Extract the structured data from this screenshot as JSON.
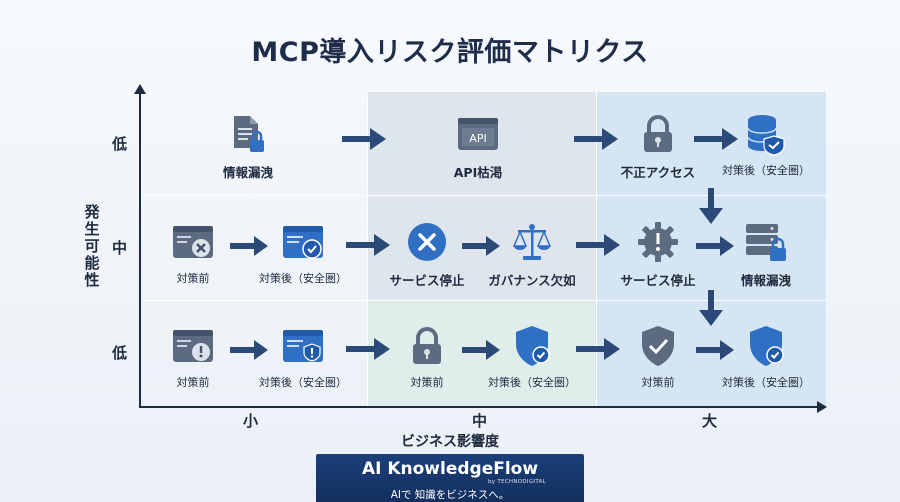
{
  "title": "MCP導入リスク評価マトリクス",
  "y_axis": {
    "label": "発生可能性",
    "ticks": [
      "低",
      "中",
      "低"
    ]
  },
  "x_axis": {
    "label": "ビジネス影響度",
    "ticks": [
      "小",
      "中",
      "大"
    ]
  },
  "rows": {
    "top": {
      "info_leak": "情報漏洩",
      "api_exhaust": "API枯渇",
      "unauthorized_access": "不正アクセス",
      "after_safe": "対策後（安全圏）"
    },
    "middle": {
      "before": "対策前",
      "after_safe": "対策後（安全圏）",
      "service_stop": "サービス停止",
      "governance_lack": "ガバナンス欠如",
      "service_stop_2": "サービス停止",
      "info_leak": "情報漏洩"
    },
    "bottom": {
      "before_1": "対策前",
      "after_1": "対策後（安全圏）",
      "before_2": "対策前",
      "after_2": "対策後（安全圏）",
      "before_3": "対策前",
      "after_3": "対策後（安全圏）"
    }
  },
  "icons": {
    "api_text": "API"
  },
  "brand": {
    "name": "AI KnowledgeFlow",
    "by": "by TECHNODIGITAL",
    "tagline": "AIで 知識をビジネスへ。"
  },
  "colors": {
    "accent": "#2f6fc4",
    "dark": "#1d2a3f",
    "gray_icon": "#5c6b80",
    "col_mid_bg": "#dfe5ec",
    "col_high_bg": "#d6e5f3",
    "brand_bg": "#1b3f7a"
  }
}
